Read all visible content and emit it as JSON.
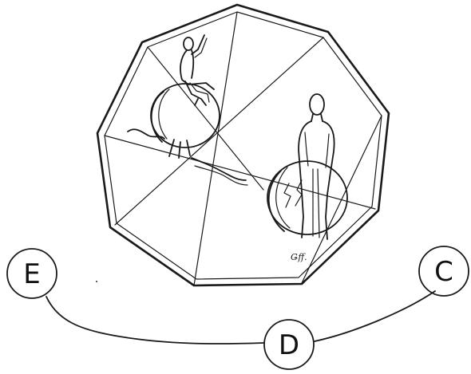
{
  "nodes": [
    {
      "key": "e",
      "label": "E"
    },
    {
      "key": "d",
      "label": "D"
    },
    {
      "key": "c",
      "label": "C"
    }
  ],
  "signature": "Ǥff.",
  "colors": {
    "ink": "#1a1a1a",
    "background": "#ffffff"
  }
}
